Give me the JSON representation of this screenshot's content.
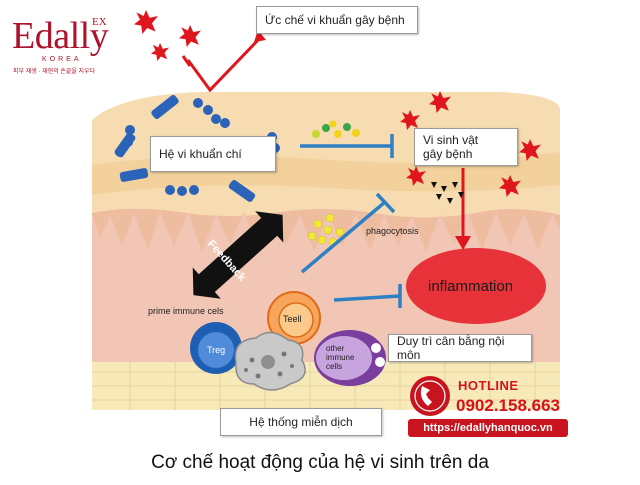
{
  "logo": {
    "brand": "Edally",
    "superscript": "EX",
    "sub": "KOREA",
    "tagline": "피부 재생 · 재현의 손끝을 지우다"
  },
  "labels": {
    "inhibit": "Ức chế vi khuẩn gây bệnh",
    "resident": "Hệ vi khuẩn chí",
    "pathogen_line1": "Vi sinh vật",
    "pathogen_line2": "gây bệnh",
    "phagocytosis": "phagocytosis",
    "feedback": "Feedback",
    "inflammation": "inflammation",
    "prime": "prime immune cels",
    "teell": "Teell",
    "treg": "Treg",
    "other_line1": "other",
    "other_line2": "immune",
    "other_line3": "cells",
    "homeostasis": "Duy trì cân bằng nội môn",
    "immune_system": "Hệ thống miễn dịch"
  },
  "hotline": {
    "label": "HOTLINE",
    "number": "0902.158.663",
    "website": "https://edallyhanquoc.vn"
  },
  "caption": "Cơ chế hoạt động của hệ vi sinh trên da",
  "colors": {
    "brand_red": "#b0122d",
    "star_red": "#e0161f",
    "bacteria_blue": "#2a63b8",
    "inhibit_blue": "#2f7fc4",
    "inflammation": "#e8323a",
    "epidermis": "#f6dcb0",
    "dermis": "#f2c6b4",
    "fat": "#f7e9b8"
  }
}
